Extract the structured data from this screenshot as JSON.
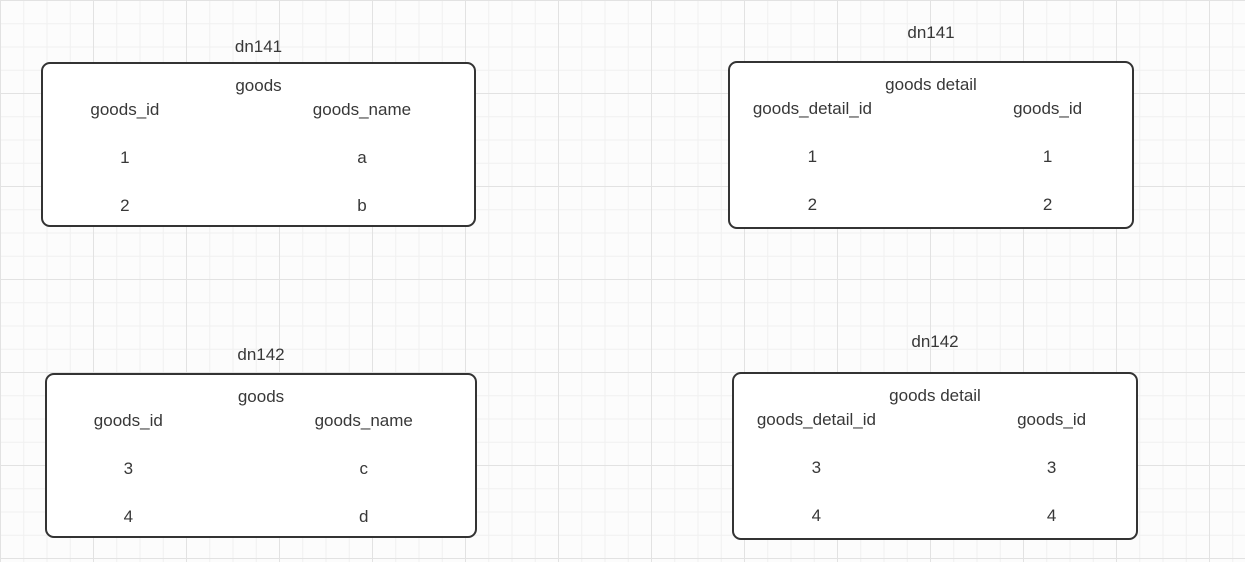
{
  "canvas": {
    "background_color": "#fcfcfc",
    "grid_minor_color": "#f0f0f0",
    "grid_major_color": "#e2e2e2",
    "node_border_color": "#333333",
    "text_color": "#383838"
  },
  "nodes": [
    {
      "host": "dn141",
      "table": {
        "title": "goods",
        "columns": [
          "goods_id",
          "goods_name"
        ],
        "rows": [
          [
            "1",
            "a"
          ],
          [
            "2",
            "b"
          ]
        ]
      }
    },
    {
      "host": "dn141",
      "table": {
        "title": "goods detail",
        "columns": [
          "goods_detail_id",
          "goods_id"
        ],
        "rows": [
          [
            "1",
            "1"
          ],
          [
            "2",
            "2"
          ]
        ]
      }
    },
    {
      "host": "dn142",
      "table": {
        "title": "goods",
        "columns": [
          "goods_id",
          "goods_name"
        ],
        "rows": [
          [
            "3",
            "c"
          ],
          [
            "4",
            "d"
          ]
        ]
      }
    },
    {
      "host": "dn142",
      "table": {
        "title": "goods detail",
        "columns": [
          "goods_detail_id",
          "goods_id"
        ],
        "rows": [
          [
            "3",
            "3"
          ],
          [
            "4",
            "4"
          ]
        ]
      }
    }
  ]
}
